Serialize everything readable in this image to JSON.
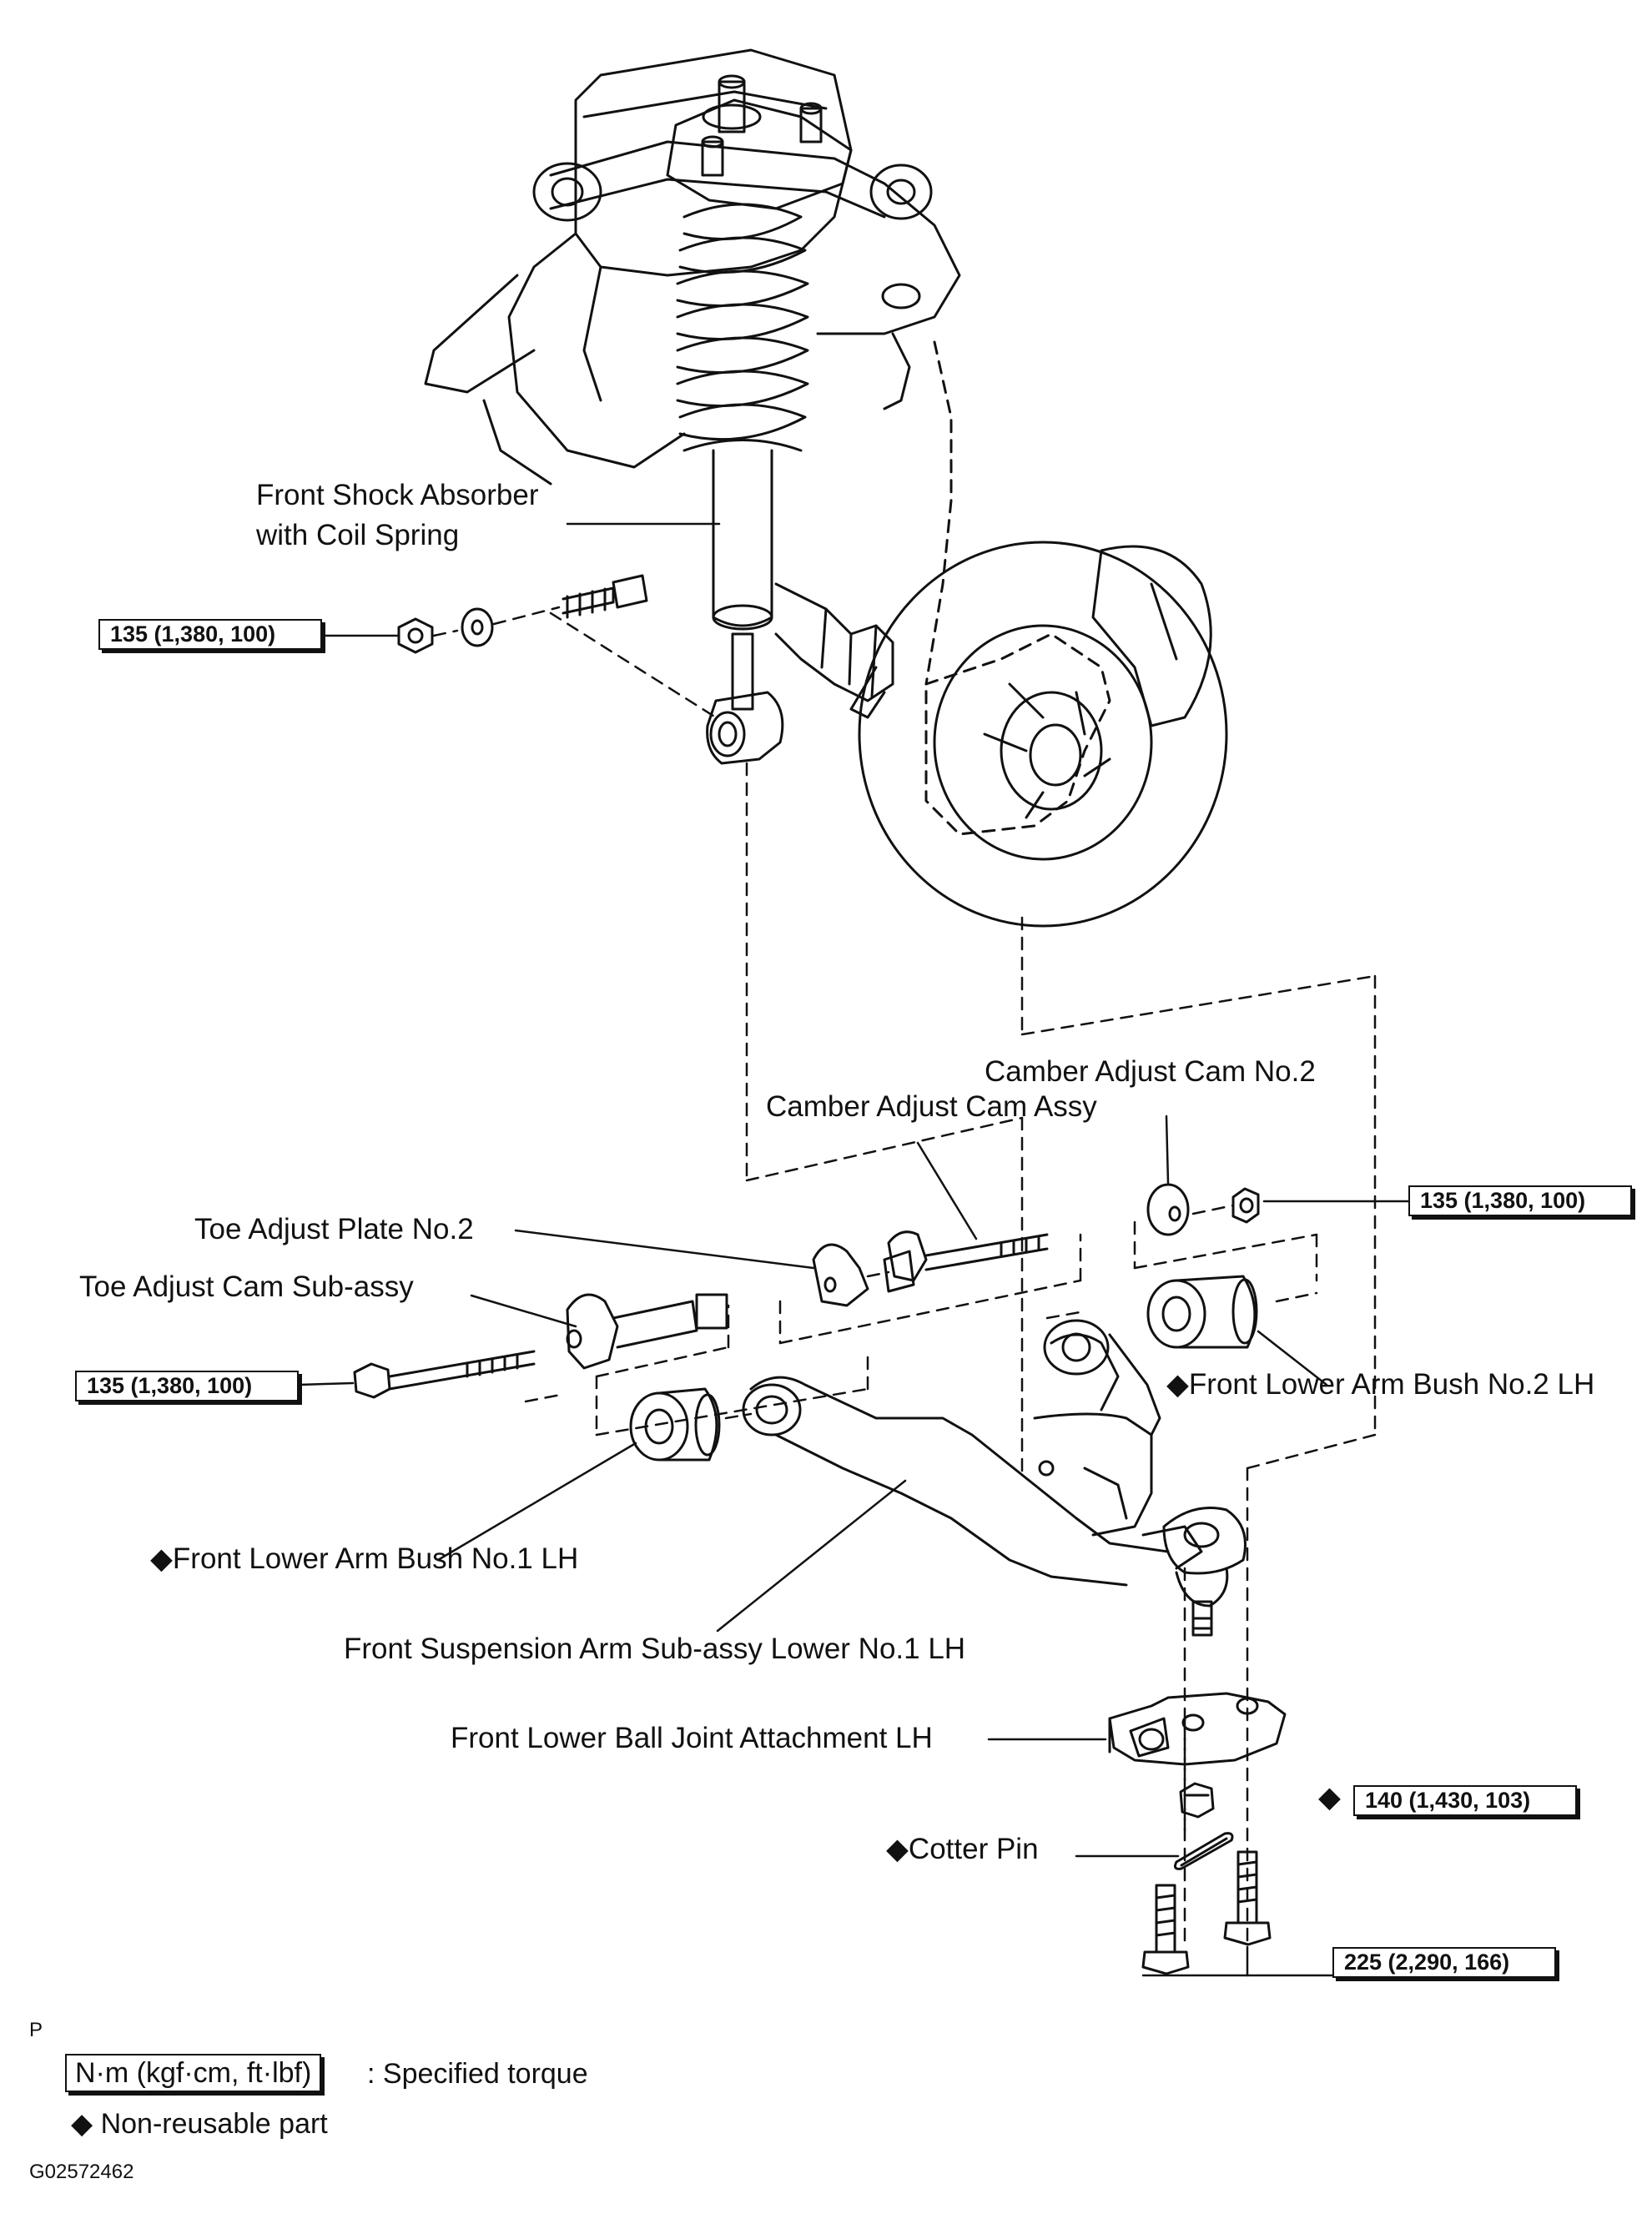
{
  "labels": {
    "shock": [
      "Front Shock Absorber",
      "with Coil Spring"
    ],
    "camber_cam_no2": "Camber Adjust Cam No.2",
    "camber_cam_assy": "Camber Adjust Cam Assy",
    "toe_plate_no2": "Toe Adjust Plate No.2",
    "toe_cam_subassy": "Toe Adjust Cam Sub-assy",
    "bush_no2": "◆Front Lower Arm Bush No.2 LH",
    "bush_no1": "◆Front Lower Arm Bush No.1 LH",
    "suspension_arm": "Front Suspension Arm Sub-assy Lower No.1 LH",
    "ball_joint": "Front Lower Ball Joint Attachment LH",
    "cotter_pin": "◆Cotter Pin",
    "nut_diamond": "◆"
  },
  "torques": {
    "shock_nut": "135 (1,380, 100)",
    "camber_nut": "135 (1,380, 100)",
    "toe_bolt": "135 (1,380, 100)",
    "ball_joint_nut": "140 (1,430, 103)",
    "attachment_bolts": "225 (2,290, 166)"
  },
  "legend": {
    "marker": "P",
    "torque_unit": "N·m (kgf·cm, ft·lbf)",
    "torque_desc": ": Specified torque",
    "nonreusable": "◆ Non-reusable part",
    "figure_id": "G02572462"
  }
}
